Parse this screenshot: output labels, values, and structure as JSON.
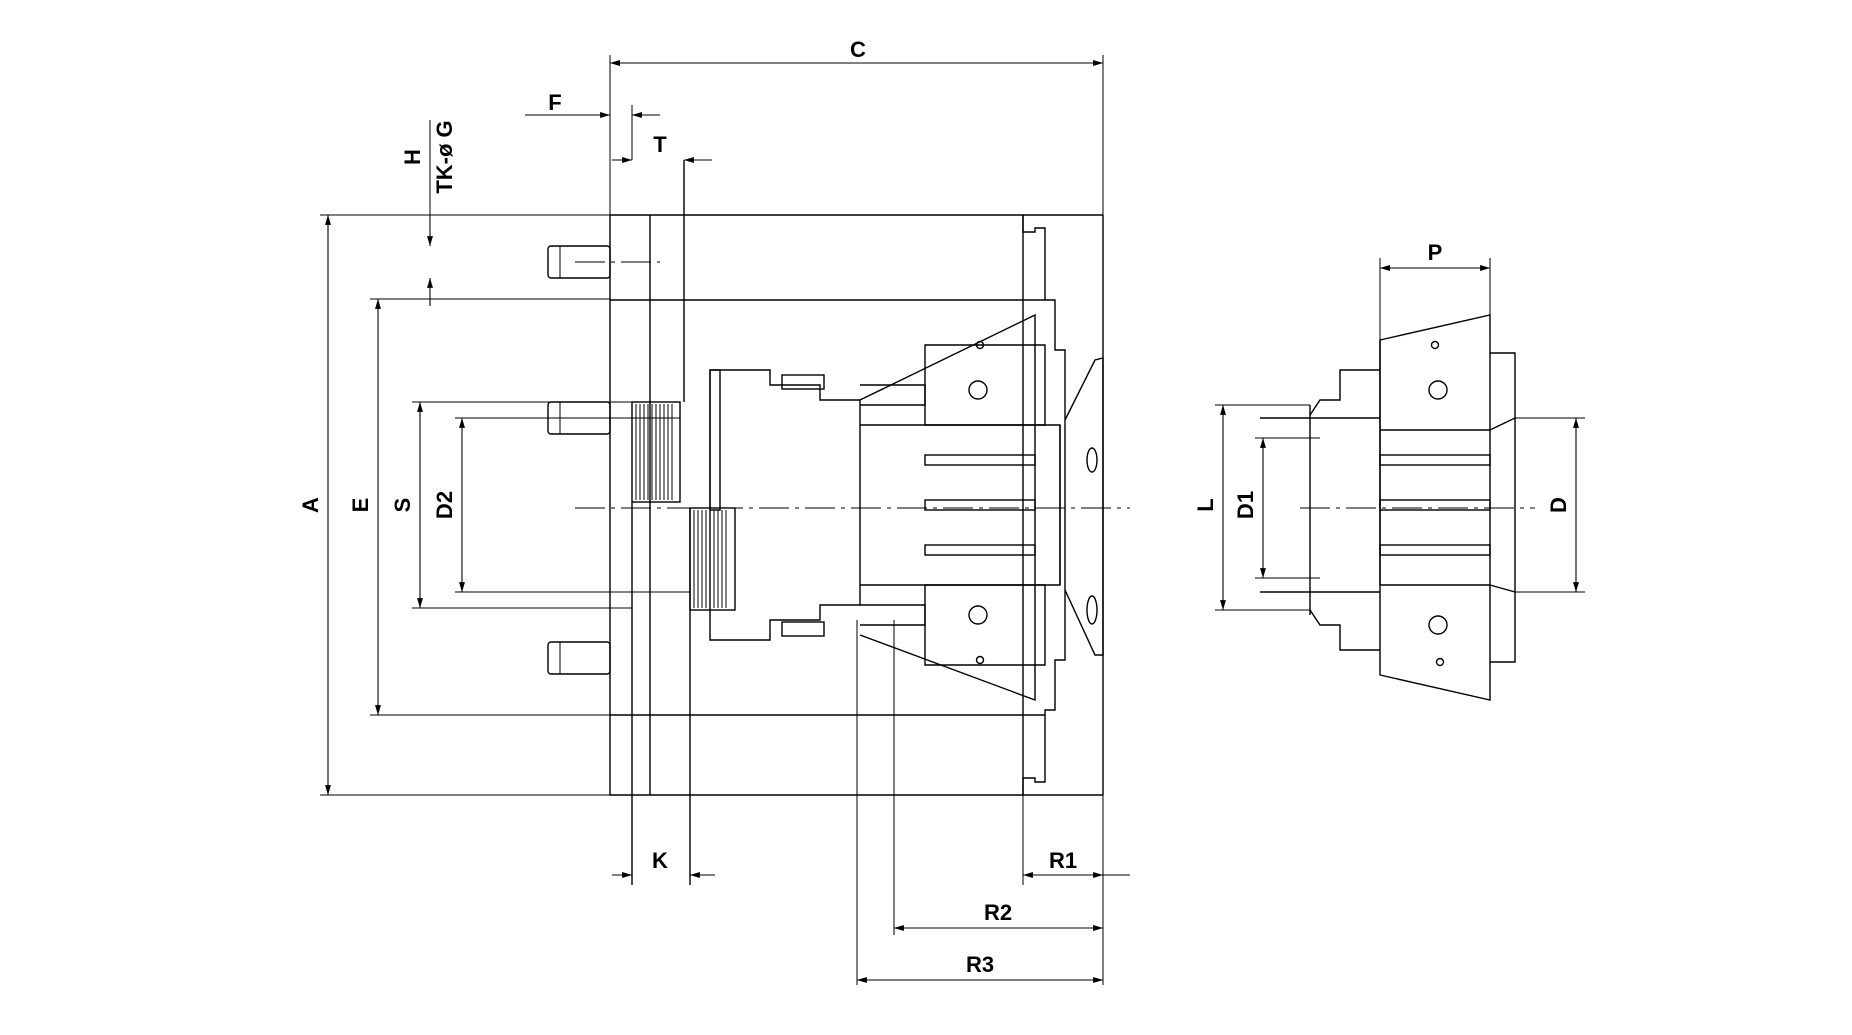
{
  "dimension_labels": {
    "A": "A",
    "C": "C",
    "D": "D",
    "D1": "D1",
    "D2": "D2",
    "E": "E",
    "F": "F",
    "H": "H",
    "K": "K",
    "L": "L",
    "P": "P",
    "R1": "R1",
    "R2": "R2",
    "R3": "R3",
    "S": "S",
    "T": "T",
    "TK": "TK-ø G"
  }
}
